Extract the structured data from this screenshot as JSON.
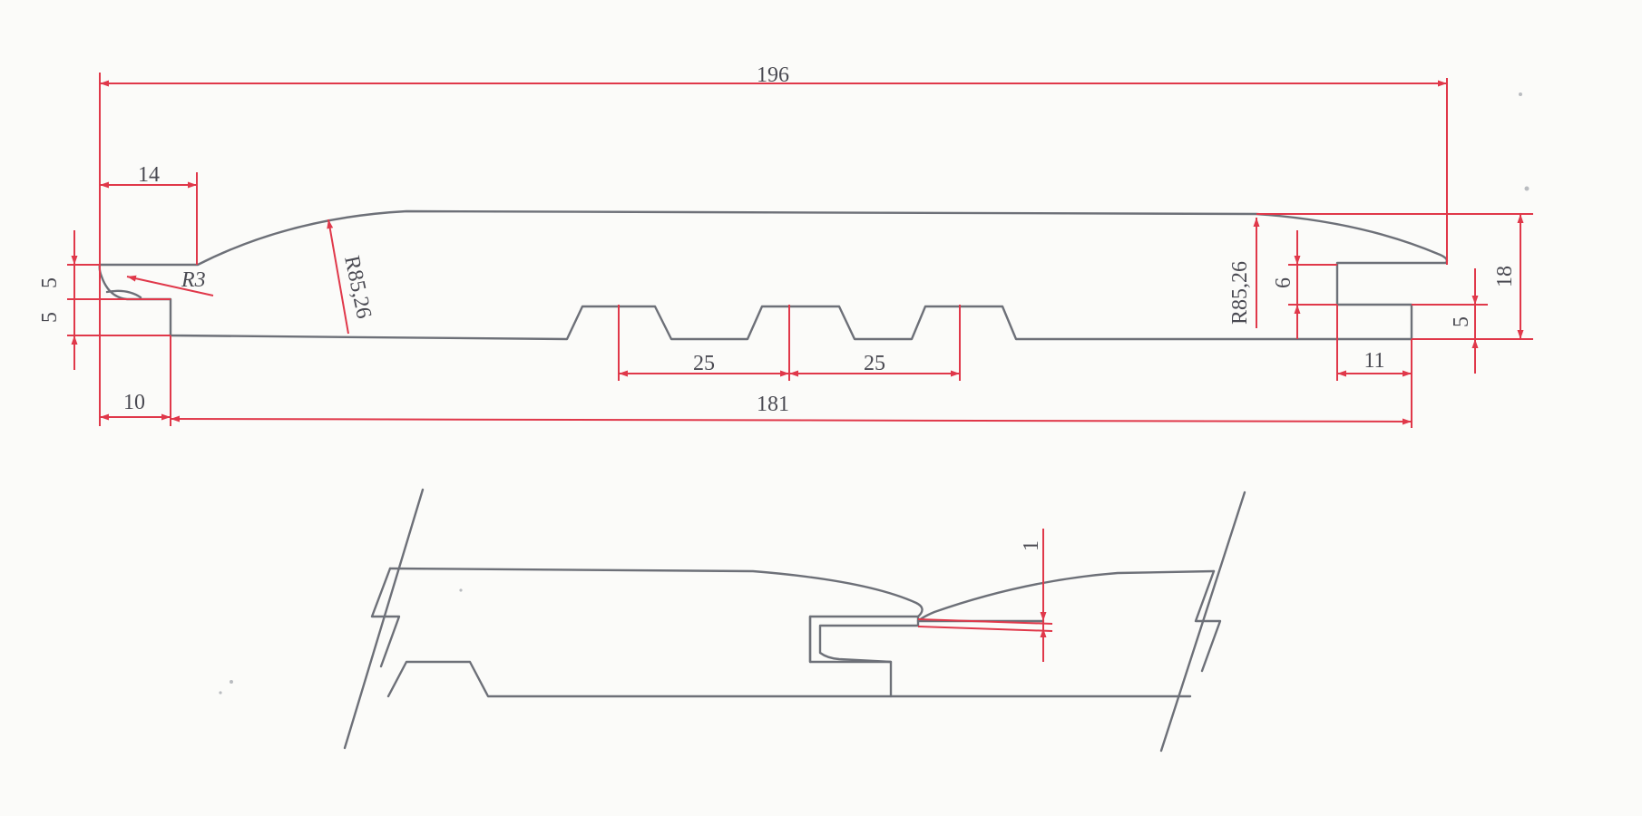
{
  "colors": {
    "profile_stroke": "#6d7078",
    "dimension_red": "#e0384a",
    "paper": "#fbfbf9",
    "text": "#4a4a52"
  },
  "profile_drawing": {
    "overall_length": "196",
    "lip_length": "14",
    "lip_radius": "R3",
    "left_bevel_radius": "R85,26",
    "right_bevel_radius": "R85,26",
    "left_step_top": "5",
    "left_step_bottom": "5",
    "groove_pitch_1": "25",
    "groove_pitch_2": "25",
    "tongue_offset": "10",
    "body_length": "181",
    "tongue_height": "6",
    "total_thickness": "18",
    "tongue_bottom": "5",
    "tongue_length": "11"
  },
  "joint_detail": {
    "gap": "1"
  }
}
